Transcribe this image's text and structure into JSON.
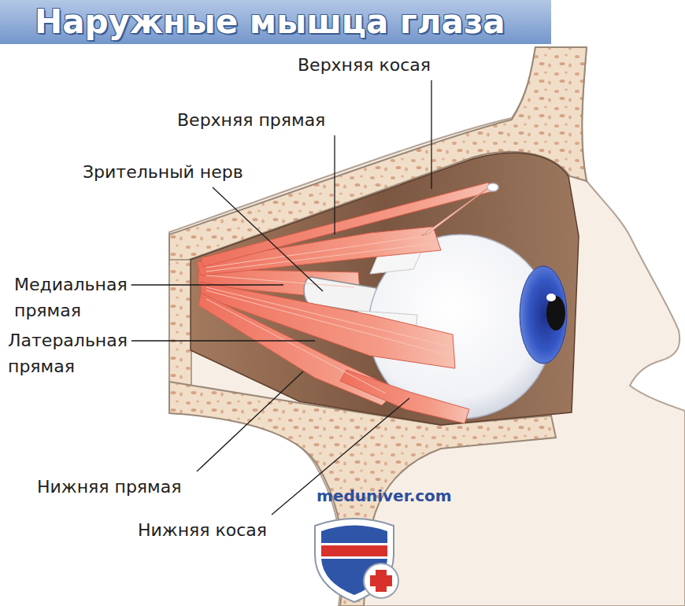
{
  "diagram": {
    "title": "Наружные мышца глаза",
    "labels": [
      "Верхняя косая",
      "Верхняя прямая",
      "Зрительный нерв",
      "Медиальная прямая",
      "Латеральная прямая",
      "Нижняя прямая",
      "Нижняя косая",
      "meduniver.com"
    ]
  }
}
